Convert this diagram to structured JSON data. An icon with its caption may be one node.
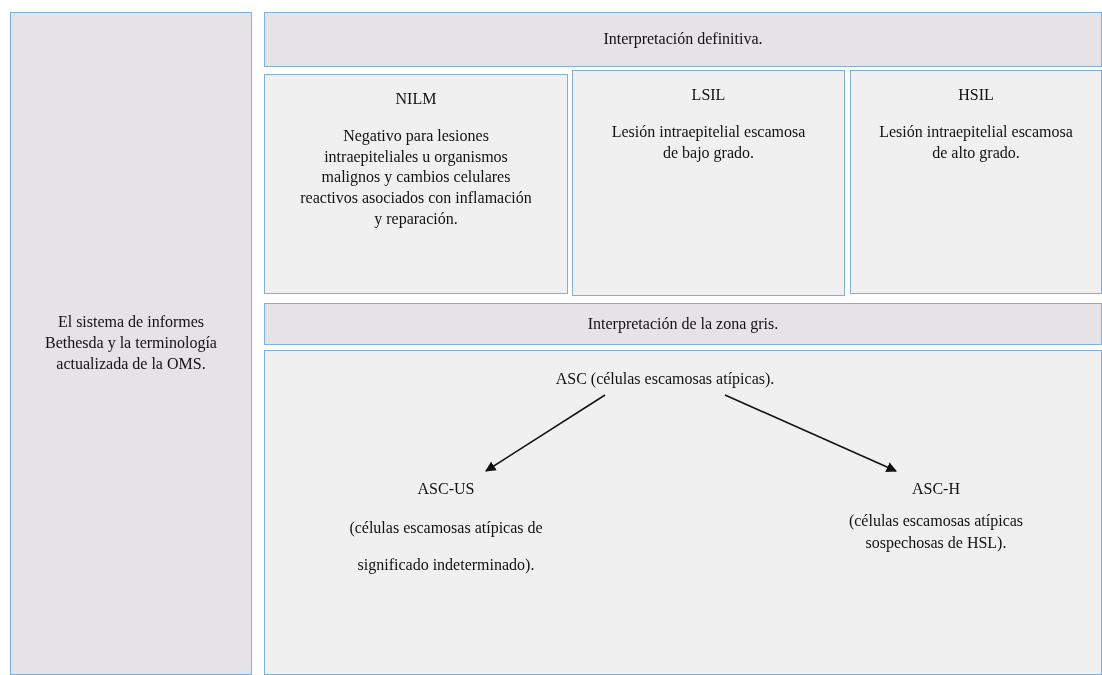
{
  "diagram": {
    "nodes": [
      {
        "text": [
          "El sistema de informes Bethesda y la terminología actualizada de la OMS."
        ]
      },
      {
        "text": [
          "Interpretación definitiva."
        ]
      },
      {
        "text": [
          "NILM",
          "Negativo para lesiones intraepiteliales u organismos malignos y cambios celulares reactivos asociados con inflamación y reparación."
        ]
      },
      {
        "text": [
          "LSIL",
          "Lesión intraepitelial escamosa de bajo grado."
        ]
      },
      {
        "text": [
          "HSIL",
          "Lesión intraepitelial escamosa de alto grado."
        ]
      },
      {
        "text": [
          "Interpretación de la zona gris."
        ]
      },
      {
        "text": [],
        "shape": "box"
      },
      {
        "text": [
          "ASC (células escamosas atípicas)."
        ],
        "in": 6
      },
      {
        "text": [
          "ASC-US",
          "(células escamosas atípicas de significado indeterminado)."
        ],
        "in": 6
      },
      {
        "text": [
          "ASC-H",
          "(células escamosas atípicas sospechosas de HSL)."
        ],
        "in": 6
      }
    ],
    "edges": [
      {
        "from": 7,
        "to": 8,
        "arrow": "to"
      },
      {
        "from": 7,
        "to": 9,
        "arrow": "to"
      }
    ]
  }
}
